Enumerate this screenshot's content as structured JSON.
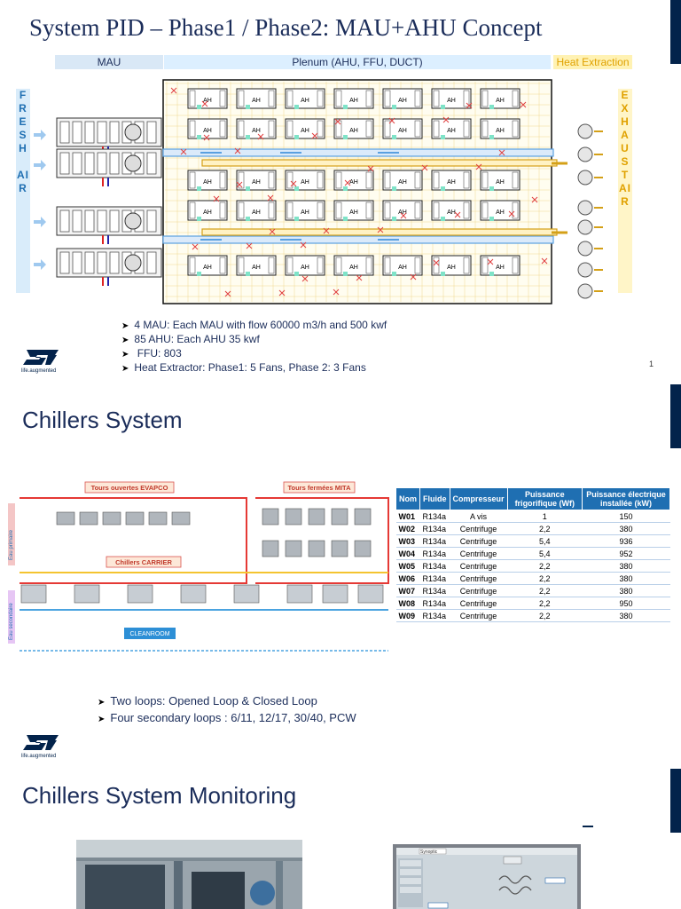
{
  "slide1": {
    "title": "System PID – Phase1 / Phase2: MAU+AHU Concept",
    "header_mau": "MAU",
    "header_plenum": "Plenum (AHU, FFU, DUCT)",
    "header_heat": "Heat Extraction",
    "fresh_air": [
      "F",
      "R",
      "E",
      "S",
      "H",
      "",
      "AI",
      "R"
    ],
    "exhaust_air": [
      "E",
      "X",
      "H",
      "A",
      "U",
      "S",
      "T",
      "AI",
      "R"
    ],
    "ahu_label": "AH",
    "bullets": [
      "4 MAU: Each MAU with flow 60000 m3/h and 500 kwf",
      "85 AHU: Each AHU 35 kwf",
      " FFU: 803",
      "Heat Extractor: Phase1: 5 Fans, Phase 2: 3 Fans"
    ],
    "page_number": "1",
    "logo_tagline": "life.augmented"
  },
  "slide2": {
    "title": "Chillers System",
    "label_evapco": "Tours ouvertes EVAPCO",
    "label_mita": "Tours fermées MITA",
    "label_carrier": "Chillers CARRIER",
    "label_cleanroom": "CLEANROOM",
    "label_primary": "Eau primaire",
    "label_secondary": "Eau secondaire",
    "table": {
      "headers": [
        "Nom",
        "Fluide",
        "Compresseur",
        "Puissance frigorifique (Wf)",
        "Puissance électrique installée (kW)"
      ],
      "rows": [
        [
          "W01",
          "R134a",
          "A vis",
          "1",
          "150"
        ],
        [
          "W02",
          "R134a",
          "Centrifuge",
          "2,2",
          "380"
        ],
        [
          "W03",
          "R134a",
          "Centrifuge",
          "5,4",
          "936"
        ],
        [
          "W04",
          "R134a",
          "Centrifuge",
          "5,4",
          "952"
        ],
        [
          "W05",
          "R134a",
          "Centrifuge",
          "2,2",
          "380"
        ],
        [
          "W06",
          "R134a",
          "Centrifuge",
          "2,2",
          "380"
        ],
        [
          "W07",
          "R134a",
          "Centrifuge",
          "2,2",
          "380"
        ],
        [
          "W08",
          "R134a",
          "Centrifuge",
          "2,2",
          "950"
        ],
        [
          "W09",
          "R134a",
          "Centrifuge",
          "2,2",
          "380"
        ]
      ]
    },
    "bullets": [
      "Two loops: Opened Loop & Closed Loop",
      "Four secondary loops : 6/11, 12/17, 30/40, PCW"
    ],
    "logo_tagline": "life.augmented"
  },
  "slide3": {
    "title": "Chillers System Monitoring",
    "screen_label": "Synoptic"
  },
  "colors": {
    "navy": "#03234b",
    "title": "#1b2d5a",
    "mau_band": "#d9e8f6",
    "plenum_band": "#dcefff",
    "heat_band": "#fff2b3",
    "table_header": "#1f6fb2"
  }
}
